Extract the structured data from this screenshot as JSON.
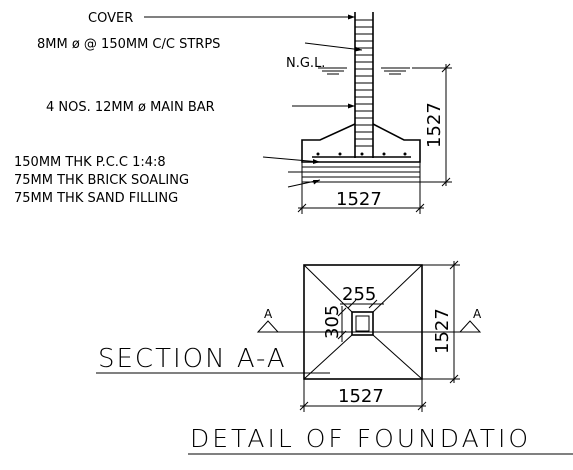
{
  "elevation": {
    "labels": {
      "cover": "COVER",
      "stirrups": "8MM ø @ 150MM C/C STRPS",
      "ngl": "N.G.L.",
      "main_bar": "4 NOS. 12MM ø MAIN BAR",
      "pcc": "150MM THK P.C.C 1:4:8",
      "brick": "75MM THK BRICK SOALING",
      "sand": "75MM THK SAND FILLING"
    },
    "dim_height": "1527",
    "dim_width": "1527"
  },
  "plan": {
    "dim_column_width": "255",
    "dim_column_height": "305",
    "dim_height": "1527",
    "dim_width": "1527",
    "section_mark_left": "A",
    "section_mark_right": "A"
  },
  "titles": {
    "section": "SECTION A-A",
    "detail": "DETAIL OF FOUNDATIO"
  }
}
